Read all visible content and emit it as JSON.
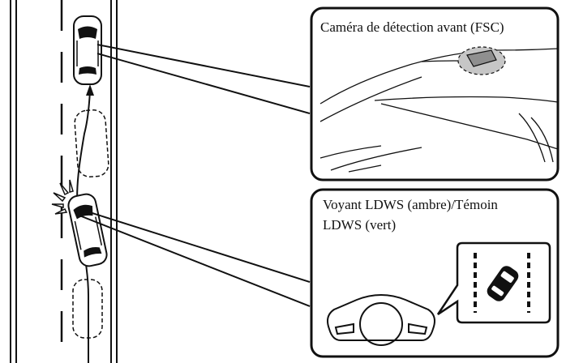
{
  "callouts": {
    "front_camera": {
      "label": "Caméra de détection avant (FSC)"
    },
    "ldws": {
      "label_line1": "Voyant LDWS (ambre)/Témoin",
      "label_line2": "LDWS (vert)"
    }
  },
  "colors": {
    "ink": "#111111",
    "camera_highlight": "#9a9a9a",
    "background": "#ffffff"
  },
  "icons": [
    "car-top-view-icon",
    "warning-flash-icon",
    "lane-departure-icon",
    "dashboard-cluster-icon"
  ]
}
